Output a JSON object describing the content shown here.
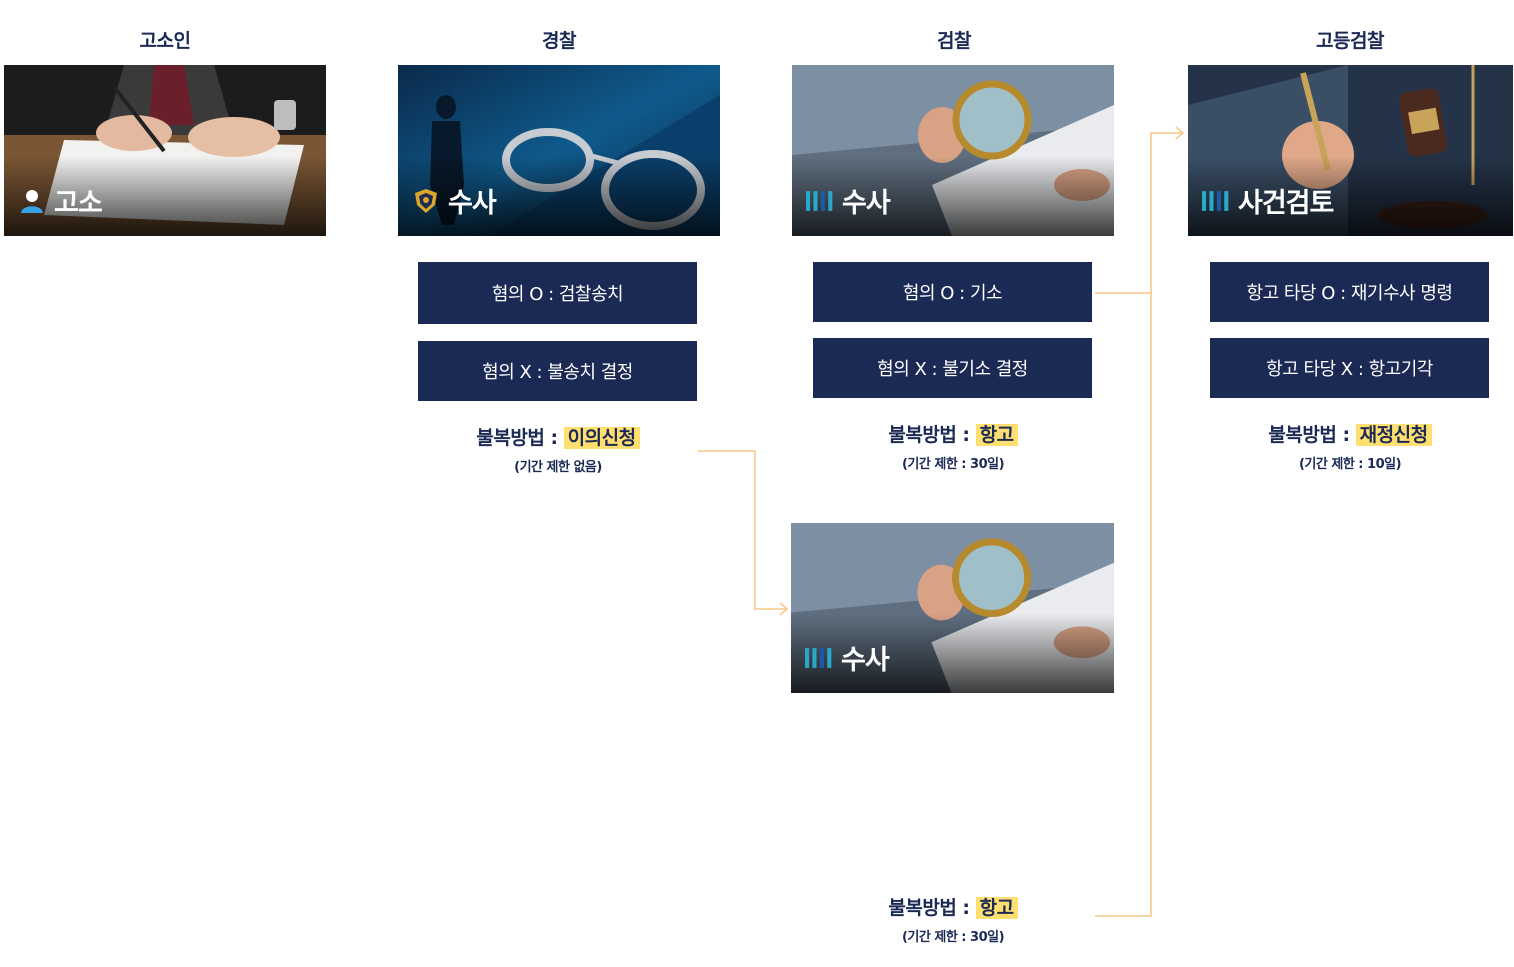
{
  "columns": [
    {
      "title": "고소인"
    },
    {
      "title": "경찰"
    },
    {
      "title": "검찰"
    },
    {
      "title": "고등검찰"
    }
  ],
  "cards": {
    "complainant": {
      "label": "고소",
      "icon": "person-icon"
    },
    "police": {
      "label": "수사",
      "icon": "police-badge-icon"
    },
    "prosecution": {
      "label": "수사",
      "icon": "prosecution-logo-icon"
    },
    "high_prosecution": {
      "label": "사건검토",
      "icon": "prosecution-logo-icon"
    },
    "reinvestigation": {
      "label": "수사",
      "icon": "prosecution-logo-icon"
    }
  },
  "police_results": {
    "suspected": "혐의 O : 검찰송치",
    "not_suspected": "혐의 X : 불송치 결정",
    "appeal_label": "불복방법 :",
    "appeal_method": "이의신청",
    "appeal_note": "(기간 제한 없음)"
  },
  "prosecution_results": {
    "suspected": "혐의 O : 기소",
    "not_suspected": "혐의 X : 불기소 결정",
    "appeal_label": "불복방법 :",
    "appeal_method": "항고",
    "appeal_note": "(기간 제한 : 30일)"
  },
  "high_results": {
    "valid": "항고 타당 O : 재기수사 명령",
    "invalid": "항고 타당 X : 항고기각",
    "appeal_label": "불복방법 :",
    "appeal_method": "재정신청",
    "appeal_note": "(기간 제한 : 10일)"
  },
  "reinvestigation_results": {
    "appeal_label": "불복방법 :",
    "appeal_method": "항고",
    "appeal_note": "(기간 제한 : 30일)"
  },
  "colors": {
    "navy": "#1b2a55",
    "highlight": "#ffdf70",
    "connector": "#f9c88a",
    "prosecution_teal": "#2aa8c9"
  }
}
